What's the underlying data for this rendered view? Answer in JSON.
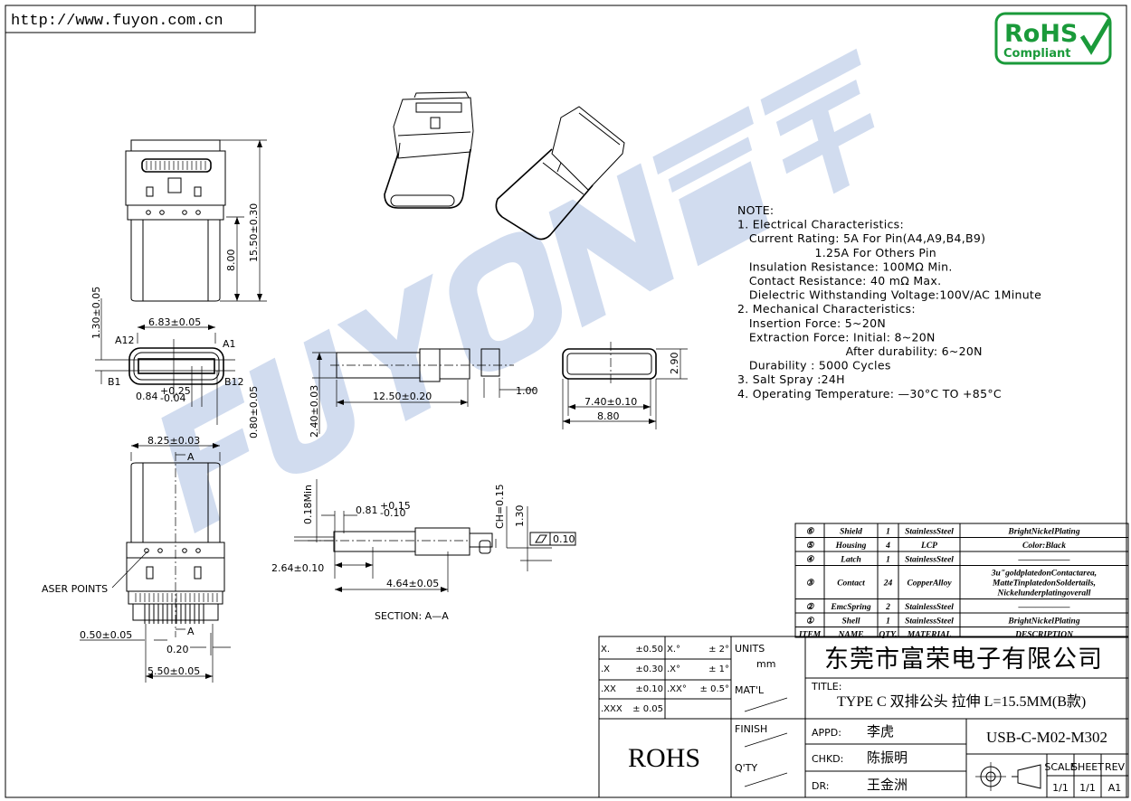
{
  "header": {
    "url": "http://www.fuyon.com.cn"
  },
  "logo": {
    "text_top": "RoHS",
    "text_bottom": "Compliant",
    "color": "#1a9a3a"
  },
  "watermark": {
    "text": "FUYON富荣",
    "color": "#c9d6ec"
  },
  "dimensions": {
    "top_view": {
      "overall": "15.50±0.30",
      "body": "8.00"
    },
    "end_view": {
      "width": "6.83±0.05",
      "height": "1.30±0.05",
      "pin_a12": "A12",
      "pin_a1": "A1",
      "pin_b1": "B1",
      "pin_b12": "B12",
      "pitch": "0.84",
      "pitch_tol_plus": "+0.25",
      "pitch_tol_minus": "-0.04",
      "offset": "0.80±0.05"
    },
    "side_view": {
      "height": "2.40±0.03",
      "length": "12.50±0.20",
      "tail": "1.00"
    },
    "rear_view": {
      "height": "2.90",
      "inner": "7.40±0.10",
      "outer": "8.80"
    },
    "bottom_view": {
      "width": "8.25±0.03",
      "section_mark": "A",
      "laser_label": "ASER  POINTS",
      "pitch": "0.50±0.05",
      "lead": "0.20",
      "span": "5.50±0.05"
    },
    "section": {
      "min": "0.18Min",
      "d1": "0.81",
      "d1_plus": "+0.15",
      "d1_minus": "-0.10",
      "chamfer": "CH=0.15",
      "h": "1.30",
      "flatness": "0.10",
      "d2": "2.64±0.10",
      "d3": "4.64±0.05",
      "caption": "SECTION: A—A"
    }
  },
  "notes": [
    "NOTE:",
    "1. Electrical Characteristics:",
    "   Current Rating: 5A For Pin(A4,A9,B4,B9)",
    "                    1.25A For Others Pin",
    "   Insulation Resistance: 100MΩ Min.",
    "   Contact Resistance: 40 mΩ Max.",
    "   Dielectric Withstanding Voltage:100V/AC 1Minute",
    "2. Mechanical Characteristics:",
    "   Insertion Force: 5~20N",
    "   Extraction Force: Initial: 8~20N",
    "                            After durability: 6~20N",
    "   Durability : 5000 Cycles",
    "3. Salt Spray :24H",
    "4. Operating Temperature: —30°C TO +85°C"
  ],
  "bom": {
    "headers": [
      "ITEM",
      "NAME",
      "QTY.",
      "MATERIAL",
      "DESCRIPTION"
    ],
    "rows": [
      {
        "item": "⑥",
        "name": "Shield",
        "qty": "1",
        "material": "StainlessSteel",
        "description": [
          "BrightNickelPlating"
        ]
      },
      {
        "item": "⑤",
        "name": "Housing",
        "qty": "4",
        "material": "LCP",
        "description": [
          "Color:Black"
        ]
      },
      {
        "item": "④",
        "name": "Latch",
        "qty": "1",
        "material": "StainlessSteel",
        "description": [
          "——————"
        ]
      },
      {
        "item": "③",
        "name": "Contact",
        "qty": "24",
        "material": "CopperAlloy",
        "description": [
          "3u\"goldplatedonContactarea,",
          "MatteTinplatedonSoldertails,",
          "Nickelunderplatingoverall"
        ]
      },
      {
        "item": "②",
        "name": "EmcSpring",
        "qty": "2",
        "material": "StainlessSteel",
        "description": [
          "——————"
        ]
      },
      {
        "item": "①",
        "name": "Shell",
        "qty": "1",
        "material": "StainlessSteel",
        "description": [
          "BrightNickelPlating"
        ]
      }
    ]
  },
  "title_block": {
    "tolerances": [
      {
        "a": "X.",
        "b": "±0.50",
        "c": "X.°",
        "d": "± 2°"
      },
      {
        "a": ".X",
        "b": "±0.30",
        "c": ".X°",
        "d": "± 1°"
      },
      {
        "a": ".XX",
        "b": "±0.10",
        "c": ".XX°",
        "d": "± 0.5°"
      },
      {
        "a": ".XXX",
        "b": "± 0.05",
        "c": "",
        "d": ""
      }
    ],
    "units_label": "UNITS",
    "units_value": "mm",
    "matl_label": "MAT'L",
    "finish_label": "FINISH",
    "qty_label": "Q'TY",
    "rohs": "ROHS",
    "company": "东莞市富荣电子有限公司",
    "title_label": "TITLE:",
    "title": "TYPE C 双排公头 拉伸 L=15.5MM(B款)",
    "appd_label": "APPD:",
    "appd": "李虎",
    "chkd_label": "CHKD:",
    "chkd": "陈振明",
    "dr_label": "DR:",
    "dr": "王金洲",
    "part_number": "USB-C-M02-M302",
    "scale_label": "SCALE",
    "scale": "1/1",
    "sheet_label": "SHEET",
    "sheet": "1/1",
    "rev_label": "REV",
    "rev": "A1"
  }
}
